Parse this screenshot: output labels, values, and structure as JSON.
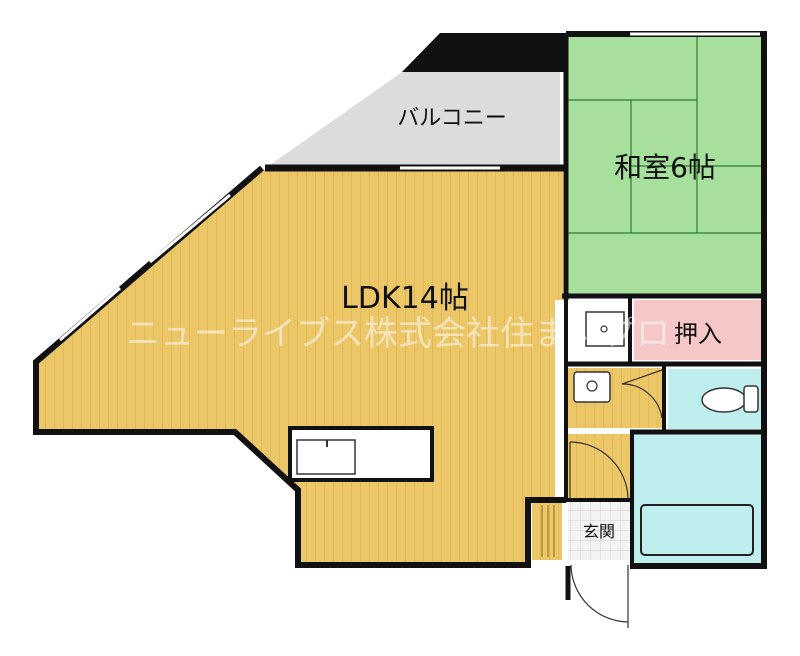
{
  "rooms": {
    "ldk": "LDK14帖",
    "washitsu": "和室6帖",
    "balcony": "バルコニー",
    "oshiire": "押入",
    "genkan": "玄関"
  },
  "watermark": "ニューライブス株式会社住まいプロ",
  "colors": {
    "flooring": "#ecc768",
    "flooring_line": "#d7a94a",
    "tatami": "#a6e09c",
    "tatami_line": "#2f7a2f",
    "balcony": "#dcdcdc",
    "wet_area": "#bfeeee",
    "oshiire": "#f6c7c7",
    "entrance_tile": "#ededed",
    "wall": "#111111"
  }
}
